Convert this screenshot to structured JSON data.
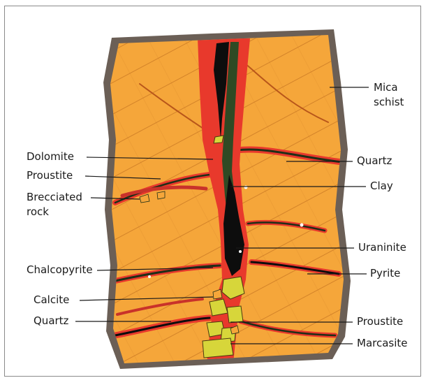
{
  "colors": {
    "background": "#ffffff",
    "rock_orange": "#f5a63a",
    "rock_dark": "#e0861a",
    "vein_red": "#e8392c",
    "uraninite_black": "#0d0d0d",
    "clay_green": "#2f4a24",
    "marcasite_yellow": "#d7d63a",
    "leader_line": "#1a1a1a"
  },
  "labels_left": {
    "dolomite": "Dolomite",
    "proustite": "Proustite",
    "brecciated_1": "Brecciated",
    "brecciated_2": "rock",
    "chalcopyrite": "Chalcopyrite",
    "calcite": "Calcite",
    "quartz": "Quartz"
  },
  "labels_right": {
    "mica_1": "Mica",
    "mica_2": "schist",
    "quartz": "Quartz",
    "clay": "Clay",
    "uraninite": "Uraninite",
    "pyrite": "Pyrite",
    "proustite": "Proustite",
    "marcasite": "Marcasite"
  }
}
